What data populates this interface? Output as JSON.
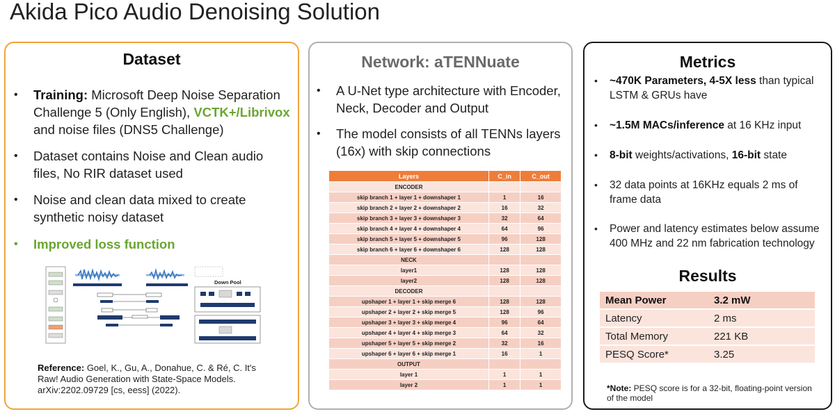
{
  "slide_title": "Akida Pico Audio Denoising Solution",
  "dataset": {
    "heading": "Dataset",
    "training_label": "Training:",
    "training_text1": " Microsoft Deep Noise Separation Challenge 5 (Only English), ",
    "training_highlight": "VCTK+/Librivox",
    "training_text2": " and noise files (DNS5 Challenge)",
    "bullet2": "Dataset contains Noise and Clean audio files, No RIR dataset used",
    "bullet3": "Noise and clean data mixed to create synthetic noisy dataset",
    "bullet4": "Improved loss function",
    "figure_label": "Down Pool",
    "reference_label": "Reference:",
    "reference_text": " Goel, K., Gu, A., Donahue, C. & Ré, C. It's Raw! Audio Generation with State-Space Models. arXiv:2202.09729 [cs, eess] (2022)."
  },
  "network": {
    "heading": "Network: aTENNuate",
    "bullet1": "A U-Net type architecture with Encoder, Neck, Decoder and Output",
    "bullet2": "The model consists of all TENNs layers (16x) with skip connections",
    "table": {
      "headers": [
        "Layers",
        "C_in",
        "C_out"
      ],
      "rows": [
        [
          "ENCODER",
          "",
          ""
        ],
        [
          "skip branch 1 + layer 1 + downshaper 1",
          "1",
          "16"
        ],
        [
          "skip branch 2 + layer 2 + downshaper 2",
          "16",
          "32"
        ],
        [
          "skip branch 3 + layer 3 + downshaper 3",
          "32",
          "64"
        ],
        [
          "skip branch 4 + layer 4 + downshaper 4",
          "64",
          "96"
        ],
        [
          "skip branch 5 + layer 5 + downshaper 5",
          "96",
          "128"
        ],
        [
          "skip branch 6 + layer 6 + downshaper 6",
          "128",
          "128"
        ],
        [
          "NECK",
          "",
          ""
        ],
        [
          "layer1",
          "128",
          "128"
        ],
        [
          "layer2",
          "128",
          "128"
        ],
        [
          "DECODER",
          "",
          ""
        ],
        [
          "upshaper 1 + layer 1 + skip merge 6",
          "128",
          "128"
        ],
        [
          "upshaper 2 + layer 2 + skip merge 5",
          "128",
          "96"
        ],
        [
          "upshaper 3 + layer 3 + skip merge 4",
          "96",
          "64"
        ],
        [
          "upshaper 4 + layer 4 + skip merge 3",
          "64",
          "32"
        ],
        [
          "upshaper 5 + layer 5 + skip merge 2",
          "32",
          "16"
        ],
        [
          "upshaper 6 + layer 6 + skip merge 1",
          "16",
          "1"
        ],
        [
          "OUTPUT",
          "",
          ""
        ],
        [
          "layer 1",
          "1",
          "1"
        ],
        [
          "layer 2",
          "1",
          "1"
        ]
      ]
    }
  },
  "metrics": {
    "heading": "Metrics",
    "m1_bold": "~470K Parameters, 4-5X less",
    "m1_text": " than typical LSTM & GRUs have",
    "m2_bold": "~1.5M MACs/inference",
    "m2_text": " at 16 KHz input",
    "m3_bold1": "8-bit",
    "m3_text": " weights/activations, ",
    "m3_bold2": "16-bit",
    "m3_text2": " state",
    "m4": "32 data points at 16KHz equals 2 ms of frame data",
    "m5": "Power and latency estimates below assume 400 MHz and 22 nm fabrication technology",
    "results_heading": "Results",
    "results": [
      [
        "Mean Power",
        "3.2 mW"
      ],
      [
        "Latency",
        "2 ms"
      ],
      [
        "Total Memory",
        "221 KB"
      ],
      [
        "PESQ Score*",
        "3.25"
      ]
    ],
    "note_label": "*Note:",
    "note_text": " PESQ score is for a 32-bit, floating-point version of the model"
  },
  "colors": {
    "dataset_border": "#f0a43a",
    "network_border": "#b0b0b0",
    "metrics_border": "#1a1a1a",
    "highlight_green": "#6aa631",
    "table_header": "#ef7d3a",
    "table_row_light": "#fbe4dc",
    "table_row_dark": "#f6cfc3"
  }
}
